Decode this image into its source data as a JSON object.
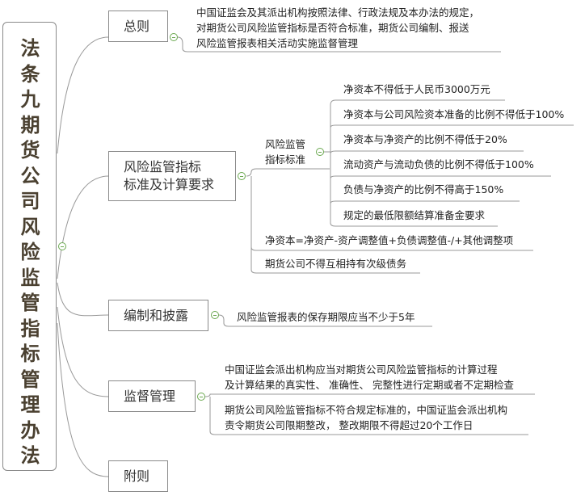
{
  "root": {
    "title": "法条九期货公司风险监管指标管理办法"
  },
  "branches": [
    {
      "label": "总则",
      "children": [
        "中国证监会及其派出机构按照法律、行政法规及本办法的规定，\n对期货公司风险监管指标是否符合标准，期货公司编制、报送\n风险监管报表相关活动实施监督管理"
      ]
    },
    {
      "label": "风险监管指标\n标准及计算要求",
      "sub": {
        "label": "风险监管\n指标标准",
        "children": [
          "净资本不得低于人民币3000万元",
          "净资本与公司风险资本准备的比例不得低于100%",
          "净资本与净资产的比例不得低于20%",
          "流动资产与流动负债的比例不得低于100%",
          "负债与净资产的比例不得高于150%",
          "规定的最低限额结算准备金要求"
        ]
      },
      "children": [
        "净资本=净资产-资产调整值+负债调整值-/+其他调整项",
        "期货公司不得互相持有次级债务"
      ]
    },
    {
      "label": "编制和披露",
      "children": [
        "风险监管报表的保存期限应当不少于5年"
      ]
    },
    {
      "label": "监督管理",
      "children": [
        "中国证监会派出机构应当对期货公司风险监管指标的计算过程\n及计算结果的真实性、 准确性、 完整性进行定期或者不定期检查",
        "期货公司风险监管指标不符合规定标准的，中国证监会派出机构\n责令期货公司限期整改， 整改期限不得超过20个工作日"
      ]
    },
    {
      "label": "附则",
      "children": []
    }
  ]
}
